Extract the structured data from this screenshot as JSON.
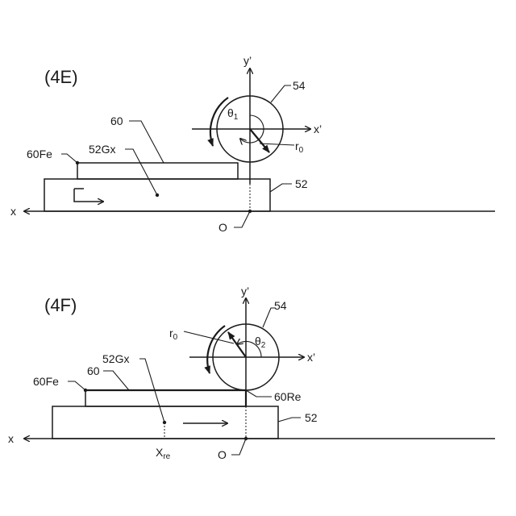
{
  "panel_e": {
    "title": "(4E)",
    "labels": {
      "y_axis": "y’",
      "x_axis_local": "x’",
      "roller": "54",
      "theta_sym": "θ",
      "theta_sub": "1",
      "r_sym": "r",
      "r_sub": "0",
      "workpiece": "60",
      "front_end": "60Fe",
      "centroid": "52Gx",
      "table": "52",
      "x_axis": "x",
      "origin": "O"
    }
  },
  "panel_f": {
    "title": "(4F)",
    "labels": {
      "y_axis": "y’",
      "x_axis_local": "x’",
      "roller": "54",
      "theta_sym": "θ",
      "theta_sub": "2",
      "r_sym": "r",
      "r_sub": "0",
      "workpiece": "60",
      "front_end": "60Fe",
      "rear_end": "60Re",
      "centroid": "52Gx",
      "table": "52",
      "x_axis": "x",
      "origin": "O",
      "xre_sym": "X",
      "xre_sub": "re"
    }
  }
}
